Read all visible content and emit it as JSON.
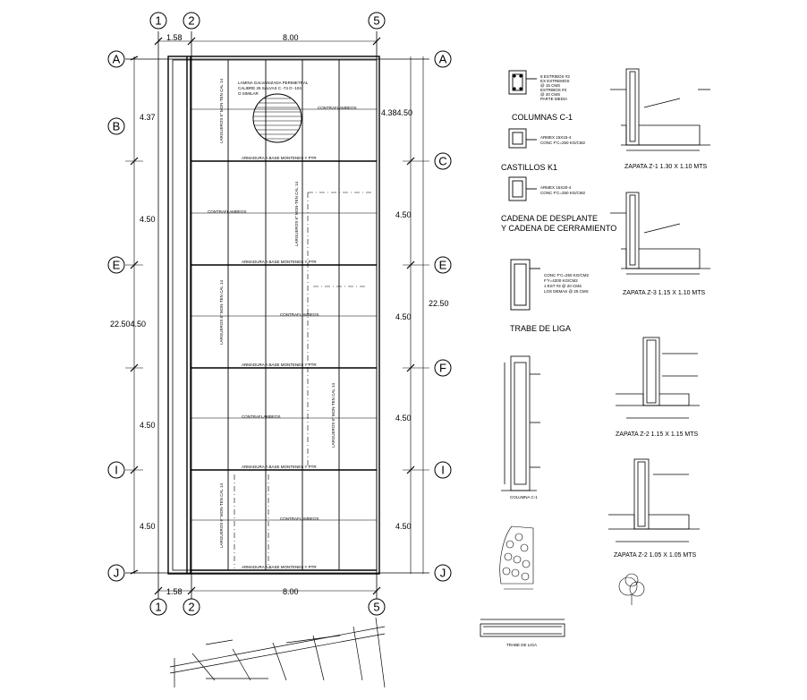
{
  "plan": {
    "axes_columns": [
      "1",
      "2",
      "5"
    ],
    "axes_rows": [
      "A",
      "B",
      "C",
      "E",
      "F",
      "I",
      "J"
    ],
    "dim_top_left": "1.58",
    "dim_top": "8.00",
    "dim_bottom_left": "1.58",
    "dim_bottom": "8.00",
    "dim_left_1": "4.37",
    "dim_left_2": "4.50",
    "dim_left_total": "22.504.50",
    "dim_left_4": "4.50",
    "dim_left_5": "4.50",
    "dim_right_1": "4.384.50",
    "dim_right_2": "4.50",
    "dim_right_3": "4.50",
    "dim_right_4": "4.50",
    "dim_right_5": "4.50",
    "dim_right_total": "22.50",
    "note_lamina_1": "LAMINA GALVANIZADA PERIMETRAL",
    "note_lamina_2": "CALIBRE 26 SALVAS C -74 O -104",
    "note_lamina_3": "O SIMILAR",
    "contraflambeos": "CONTRAFLAMBEOS",
    "armadura": "ARMADURA A BASE MONTENES Y PTR",
    "larguero": "LARGUEROS 6\" MON-TEN CAL 14"
  },
  "details": {
    "columnas": "COLUMNAS C-1",
    "castillos": "CASTILLOS K1",
    "cadena_1": "CADENA DE DESPLANTE",
    "cadena_2": "Y CADENA DE CERRAMIENTO",
    "trabe": "TRABE DE LIGA",
    "columna_small": "COLUMNA C-1",
    "trabe_small": "TRABE DE LIGA",
    "zapata_z1": "ZAPATA Z-1 1.30 X 1.10 MTS",
    "zapata_z3": "ZAPATA Z-3 1.15 X 1.10 MTS",
    "zapata_z2a": "ZAPATA Z-2 1.15  X 1.15 MTS",
    "zapata_z2b": "ZAPATA Z-2 1.05  X 1.05 MTS",
    "spec_col_1": "8 ESTRIBOS #3",
    "spec_col_2": "EX EXTREMOS",
    "spec_col_3": "@ 15 CMS",
    "spec_col_4": "ESTRIBOS #3",
    "spec_col_5": "@ 20 CMS",
    "spec_col_6": "PARTE MEDIA",
    "spec_cas_1": "ARMEX 15X15-4",
    "spec_cas_2": "CONC F'C=250 KG/CM2",
    "spec_cad_1": "ARMEX 15X20-4",
    "spec_cad_2": "CONC F'C=250 KG/CM2",
    "spec_trabe_1": "CONC F'C=250 KG/CM2",
    "spec_trabe_2": "F'Y=4200 KG/CM2",
    "spec_trabe_3": "1 EST #3 @ 20 CMS",
    "spec_trabe_4": "LOS DEMAS @ 25 CMS"
  }
}
